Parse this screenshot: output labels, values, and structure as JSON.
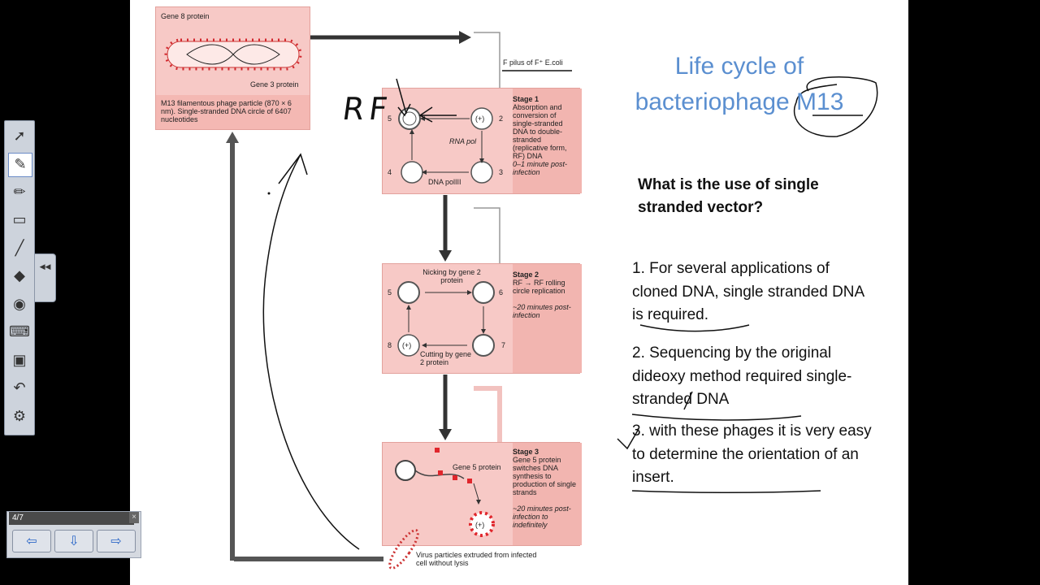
{
  "pager": {
    "page": "4/7",
    "close": "×"
  },
  "toolbar": {
    "icons": [
      "pointer-icon",
      "pen-icon",
      "highlighter-icon",
      "eraser-icon",
      "line-icon",
      "shapes-icon",
      "fill-icon",
      "keyboard-icon",
      "notes-icon",
      "undo-icon",
      "settings-icon"
    ],
    "glyphs": [
      "➚",
      "✎",
      "✏",
      "▭",
      "╱",
      "◆",
      "◉",
      "⌨",
      "▣",
      "↶",
      "⚙"
    ],
    "handle": "◀◀"
  },
  "slide": {
    "title_line1": "Life cycle of",
    "title_line2": "bacteriophage M13",
    "question": "What is the use of single stranded vector?",
    "points": [
      "1. For several applications of cloned DNA, single stranded DNA is required.",
      "2. Sequencing by the original dideoxy method required single-stranded DNA",
      "3. with these phages it is very easy to determine the orientation of an insert."
    ],
    "annotation": "RF"
  },
  "diagram": {
    "top": {
      "gene8": "Gene 8 protein",
      "gene3": "Gene 3 protein",
      "caption": "M13 filamentous phage particle (870 × 6 nm). Single-stranded DNA circle of 6407 nucleotides"
    },
    "fpilus": "F pilus of F⁺ E.coli",
    "stage1": {
      "title": "Stage 1",
      "body": "Absorption and conversion of single-stranded DNA to double-stranded (replicative form, RF) DNA",
      "time": "0–1 minute post-infection",
      "rna_pol": "RNA pol",
      "dna_pol": "DNA polIII",
      "n2": "2",
      "n3": "3",
      "n4": "4",
      "n5": "5",
      "plus": "(+)"
    },
    "stage2": {
      "title": "Stage 2",
      "body": "RF → RF rolling circle replication",
      "time": "~20 minutes post-infection",
      "nick": "Nicking by gene 2 protein",
      "cut": "Cutting by gene 2 protein",
      "n5": "5",
      "n6": "6",
      "n7": "7",
      "n8": "8",
      "plus": "(+)"
    },
    "stage3": {
      "title": "Stage 3",
      "body": "Gene 5 protein switches DNA synthesis to production of single strands",
      "time": "~20 minutes post-infection to indefinitely",
      "gene5": "Gene 5 protein",
      "plus": "(+)"
    },
    "extrude": "Virus particles extruded from infected cell without lysis"
  }
}
